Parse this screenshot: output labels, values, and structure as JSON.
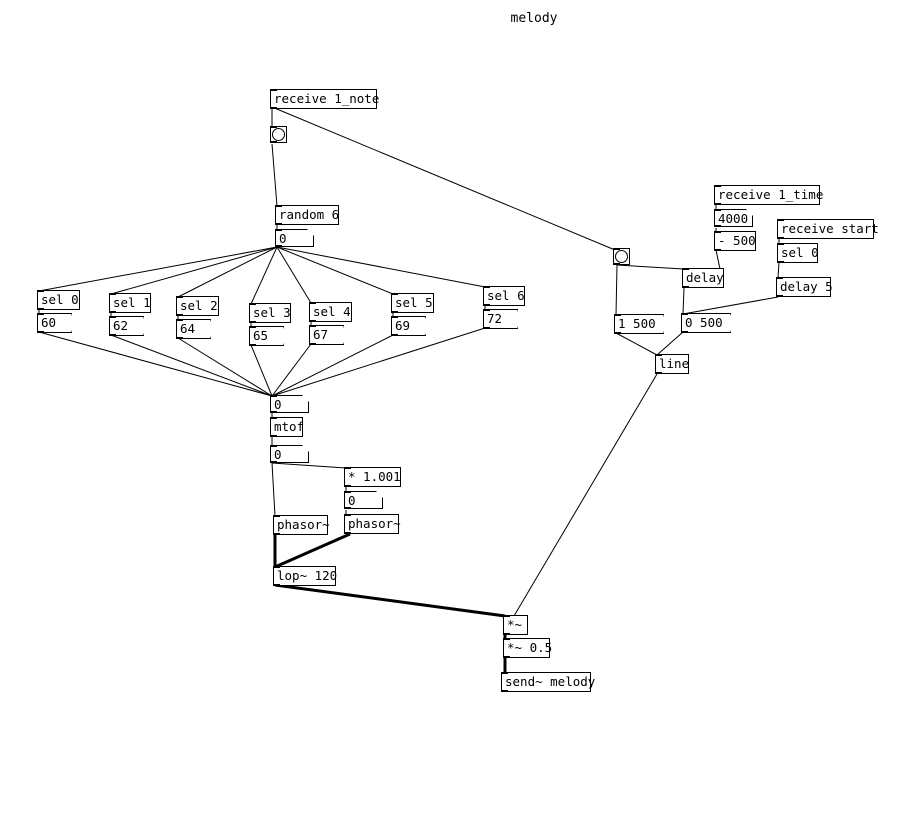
{
  "patch": {
    "title": "melody"
  },
  "objects": {
    "receive_note": "receive 1_note",
    "random": "random 6",
    "random_out": "0",
    "sel0": "sel 0",
    "sel1": "sel 1",
    "sel2": "sel 2",
    "sel3": "sel 3",
    "sel4": "sel 4",
    "sel5": "sel 5",
    "sel6": "sel 6",
    "msg0": "60",
    "msg1": "62",
    "msg2": "64",
    "msg3": "65",
    "msg4": "67",
    "msg5": "69",
    "msg6": "72",
    "note_num": "0",
    "mtof": "mtof",
    "freq_num": "0",
    "mul_detune": "* 1.001",
    "detune_num": "0",
    "phasor1": "phasor~",
    "phasor2": "phasor~",
    "lop": "lop~ 120",
    "mul_sig": "*~",
    "mul_half": "*~ 0.5",
    "send": "send~ melody",
    "receive_time": "receive 1_time",
    "time_val": "4000",
    "minus": "- 500",
    "receive_start": "receive start",
    "sel_start": "sel 0",
    "delay": "delay",
    "delay5": "delay 5",
    "msg_attack": "1 500",
    "msg_release": "0 500",
    "line": "line"
  }
}
